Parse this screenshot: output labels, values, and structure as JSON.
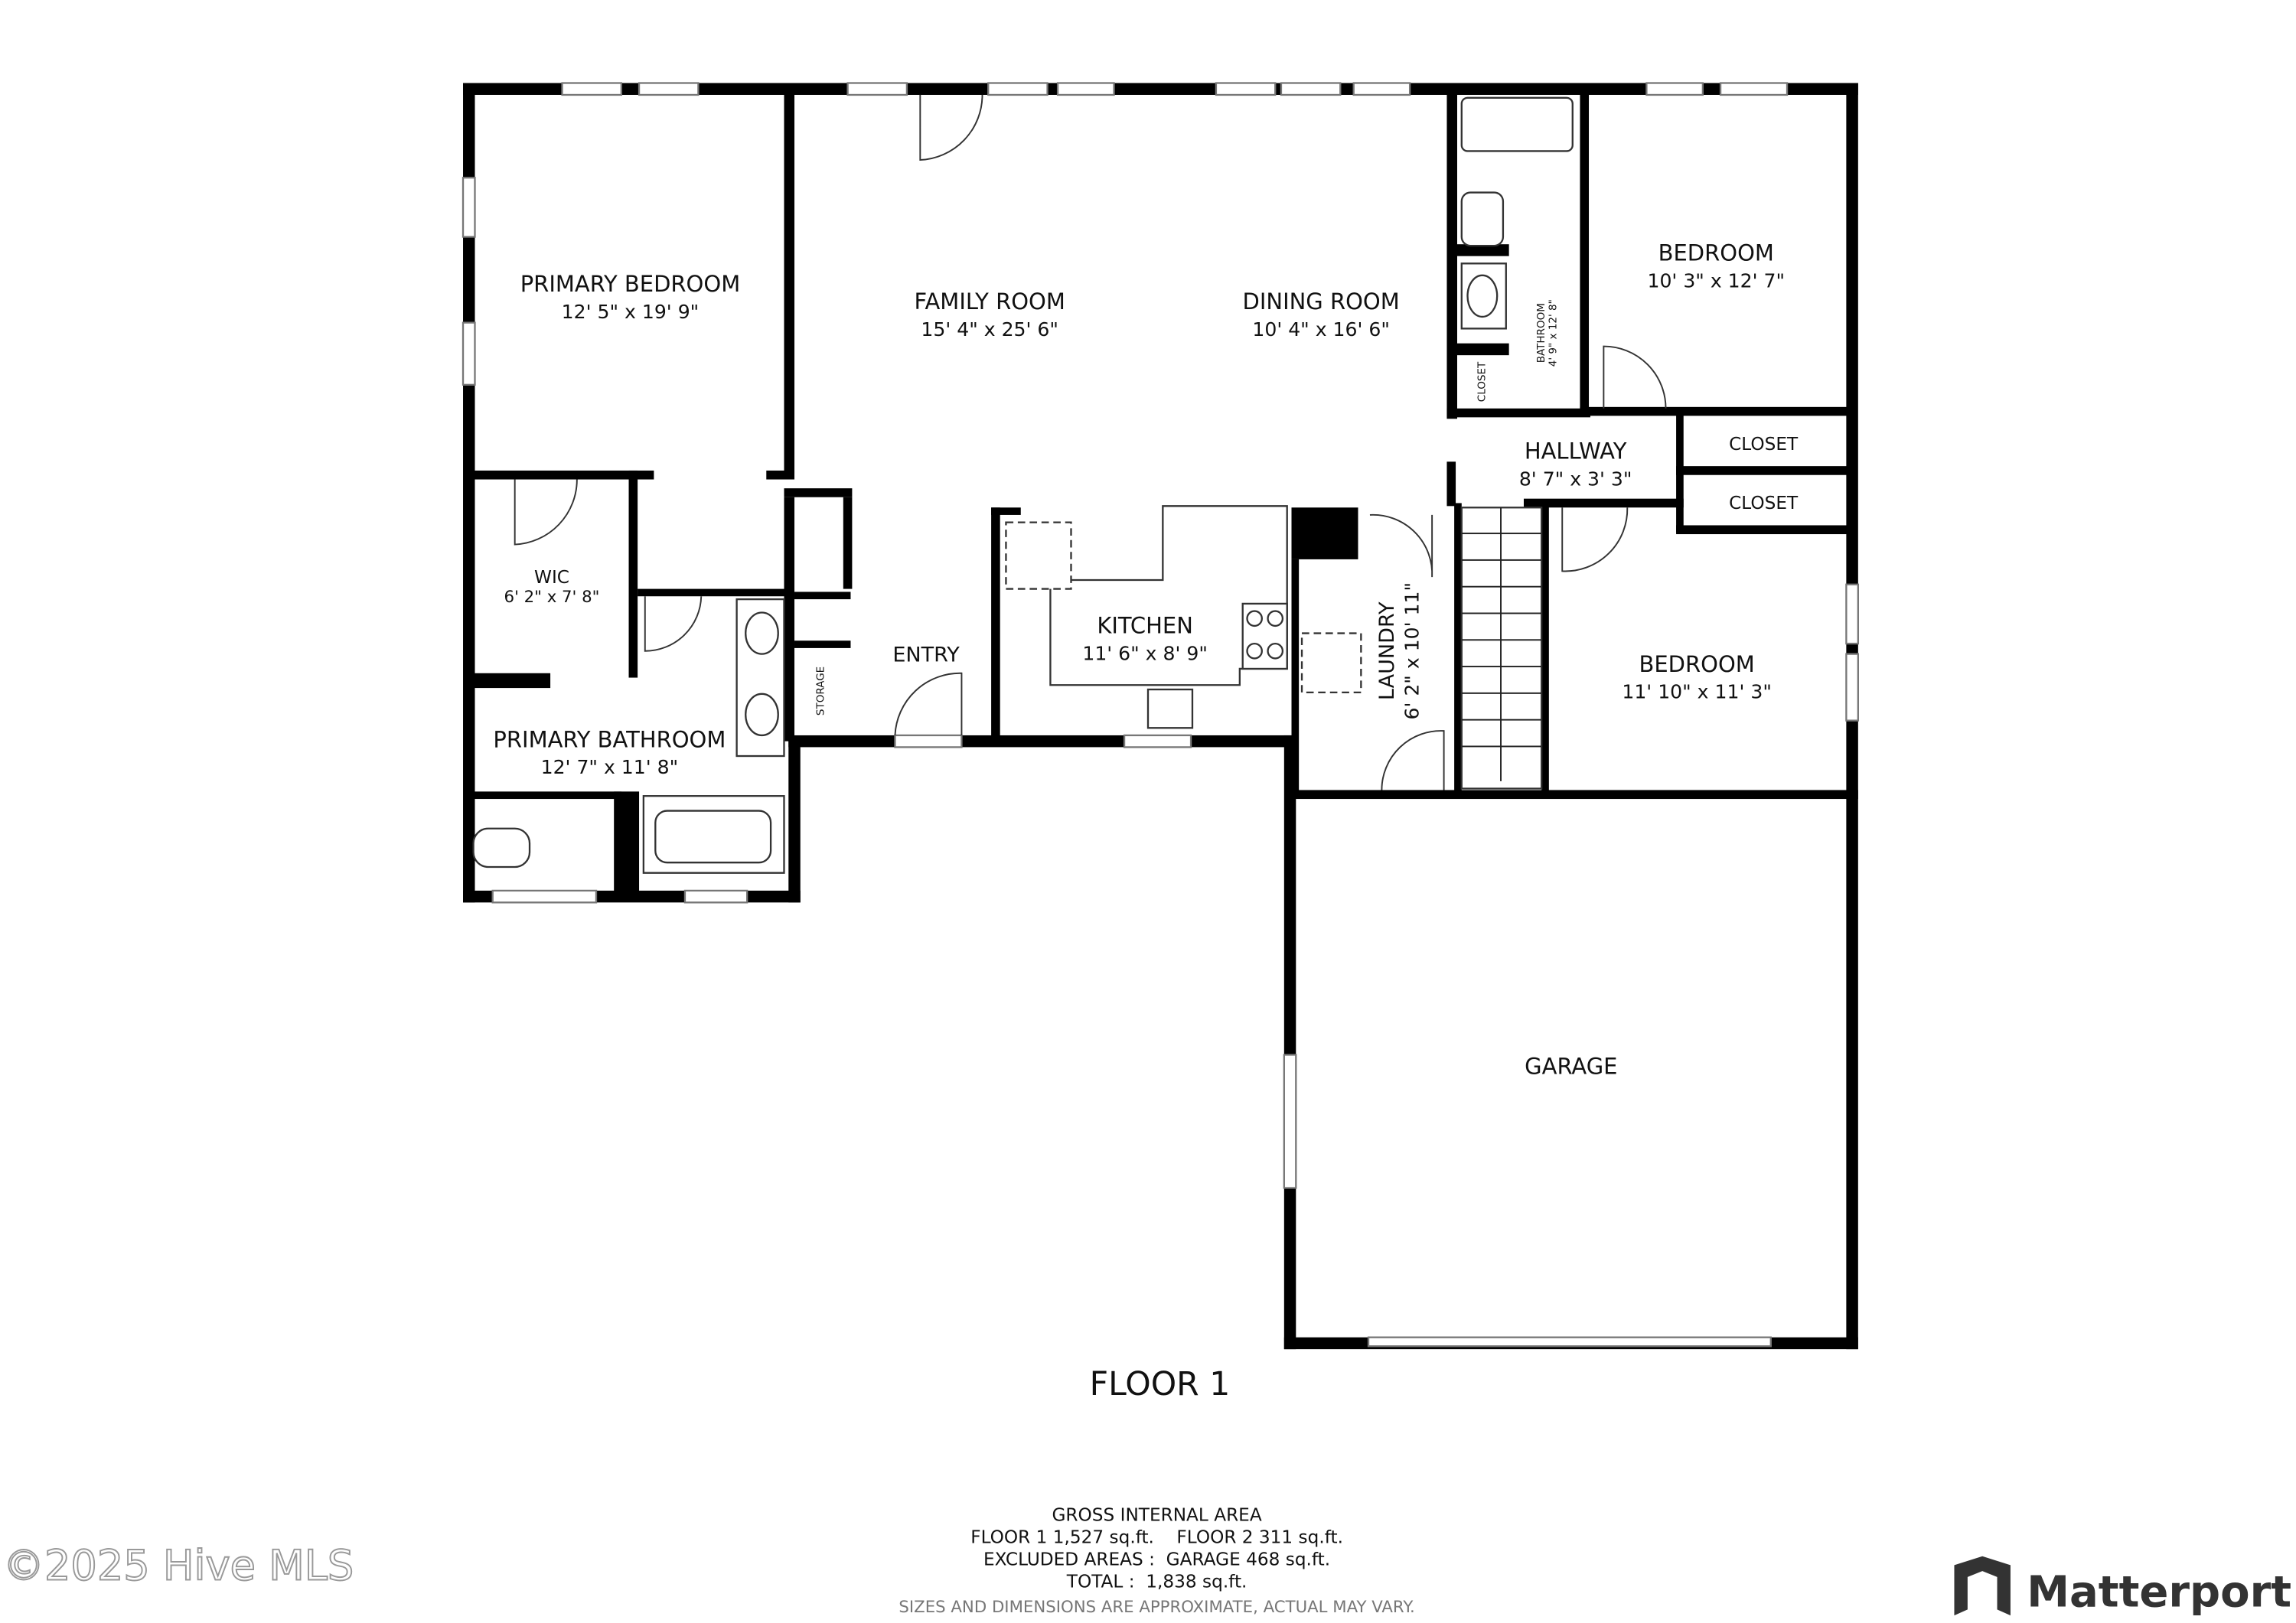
{
  "rooms": {
    "primary_bedroom": {
      "name": "PRIMARY BEDROOM",
      "dims": "12' 5\" x 19' 9\""
    },
    "family_room": {
      "name": "FAMILY ROOM",
      "dims": "15' 4\" x 25' 6\""
    },
    "dining_room": {
      "name": "DINING ROOM",
      "dims": "10' 4\" x 16' 6\""
    },
    "bedroom_1": {
      "name": "BEDROOM",
      "dims": "10' 3\" x 12' 7\""
    },
    "bathroom": {
      "name": "BATHROOM",
      "dims": "4' 9\" x 12' 8\""
    },
    "closet_small": {
      "name": "CLOSET"
    },
    "hallway": {
      "name": "HALLWAY",
      "dims": "8' 7\" x 3' 3\""
    },
    "closet_1": {
      "name": "CLOSET"
    },
    "closet_2": {
      "name": "CLOSET"
    },
    "wic": {
      "name": "WIC",
      "dims": "6' 2\" x 7' 8\""
    },
    "kitchen": {
      "name": "KITCHEN",
      "dims": "11' 6\" x 8' 9\""
    },
    "entry": {
      "name": "ENTRY"
    },
    "storage": {
      "name": "STORAGE"
    },
    "laundry": {
      "name": "LAUNDRY",
      "dims": "6' 2\" x 10' 11\""
    },
    "bedroom_2": {
      "name": "BEDROOM",
      "dims": "11' 10\" x 11' 3\""
    },
    "primary_bathroom": {
      "name": "PRIMARY BATHROOM",
      "dims": "12' 7\" x 11' 8\""
    },
    "garage": {
      "name": "GARAGE"
    }
  },
  "floor_title": "FLOOR 1",
  "area_summary": {
    "heading": "GROSS INTERNAL AREA",
    "line1": "FLOOR 1 1,527 sq.ft.    FLOOR 2 311 sq.ft.",
    "line2": "EXCLUDED AREAS :  GARAGE 468 sq.ft.",
    "line3": "TOTAL :  1,838 sq.ft.",
    "disclaimer": "SIZES AND DIMENSIONS ARE APPROXIMATE, ACTUAL MAY VARY."
  },
  "watermark": "©2025 Hive MLS",
  "brand": {
    "name": "Matterport",
    "icon": "matterport-logo-icon"
  }
}
